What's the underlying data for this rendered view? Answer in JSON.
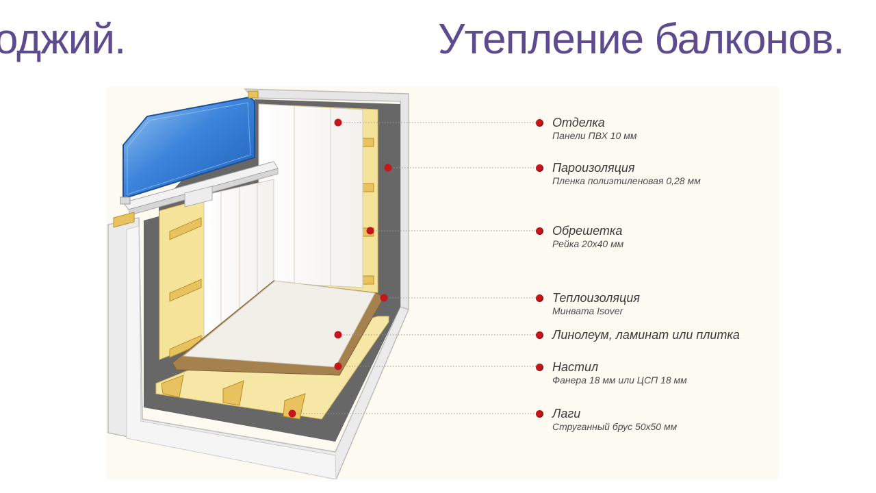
{
  "slide": {
    "title_left": "оджий.",
    "title_right": "Утепление балконов."
  },
  "colors": {
    "title": "#5d4a8f",
    "marker": "#c4161c",
    "concrete": "#e6e6e6",
    "membrane": "#676767",
    "insulation": "#f5e39a",
    "timber": "#e8c25e",
    "glass": "#3c84dc"
  },
  "callouts": [
    {
      "name": "Отделка",
      "desc": "Панели ПВХ 10 мм"
    },
    {
      "name": "Пароизоляция",
      "desc": "Пленка полиэтиленовая 0,28 мм"
    },
    {
      "name": "Обрешетка",
      "desc": "Рейка 20х40 мм"
    },
    {
      "name": "Теплоизоляция",
      "desc": "Минвата Isover"
    },
    {
      "name": "Линолеум, ламинат или плитка",
      "desc": ""
    },
    {
      "name": "Настил",
      "desc": "Фанера 18 мм или ЦСП 18 мм"
    },
    {
      "name": "Лаги",
      "desc": "Струганный брус 50х50 мм"
    }
  ]
}
